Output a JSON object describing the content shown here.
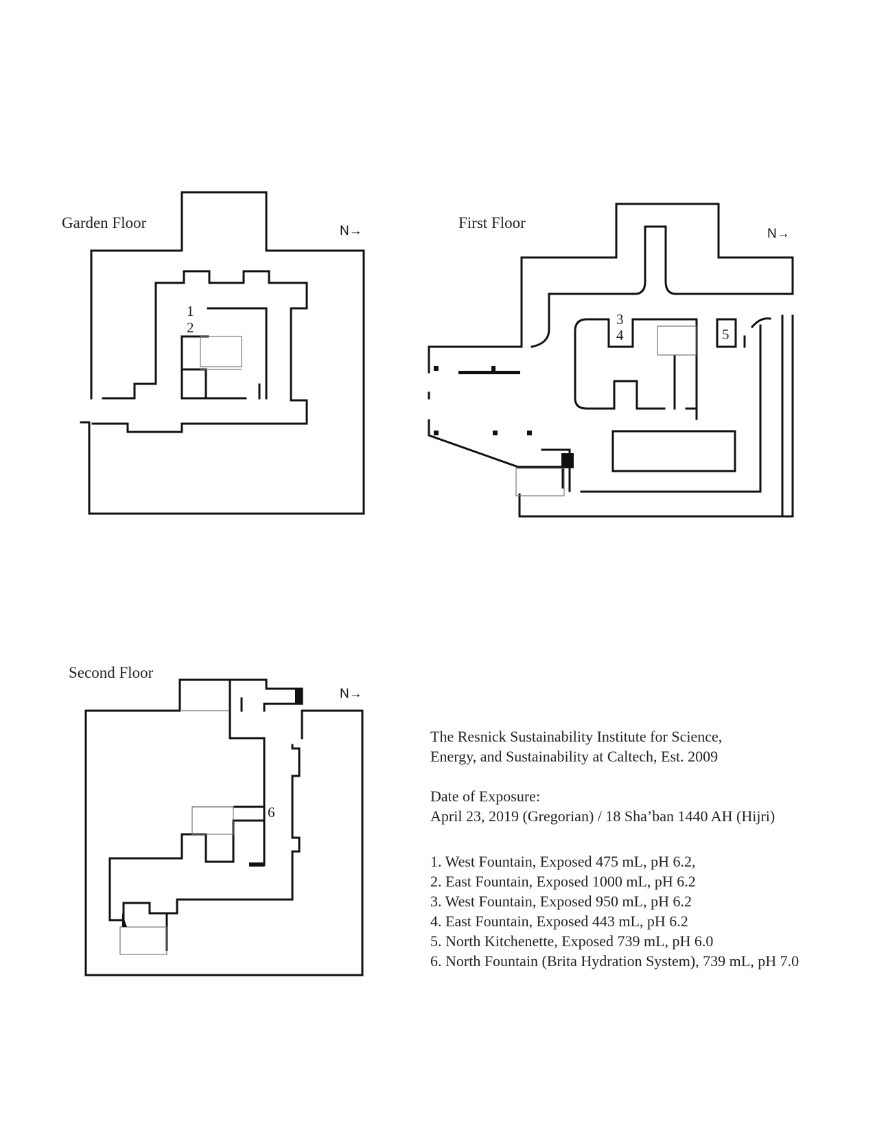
{
  "floors": {
    "garden": {
      "label": "Garden Floor",
      "north": "N→",
      "markers": [
        "1",
        "2"
      ]
    },
    "first": {
      "label": "First Floor",
      "north": "N→",
      "markers": [
        "3",
        "4",
        "5"
      ]
    },
    "second": {
      "label": "Second Floor",
      "north": "N→",
      "markers": [
        "6"
      ]
    }
  },
  "institute": {
    "line1": "The Resnick Sustainability Institute for Science,",
    "line2": "Energy, and Sustainability at Caltech, Est. 2009"
  },
  "exposure": {
    "heading": "Date of Exposure:",
    "date": "April 23, 2019 (Gregorian) / 18 Sha’ban 1440 AH (Hijri)"
  },
  "samples": [
    "1. West Fountain, Exposed 475 mL, pH 6.2,",
    "2. East Fountain, Exposed 1000 mL, pH 6.2",
    "3. West Fountain, Exposed 950 mL, pH 6.2",
    "4. East Fountain, Exposed 443 mL, pH 6.2",
    "5. North Kitchenette, Exposed 739 mL, pH 6.0",
    "6. North Fountain (Brita Hydration System), 739 mL, pH 7.0"
  ]
}
